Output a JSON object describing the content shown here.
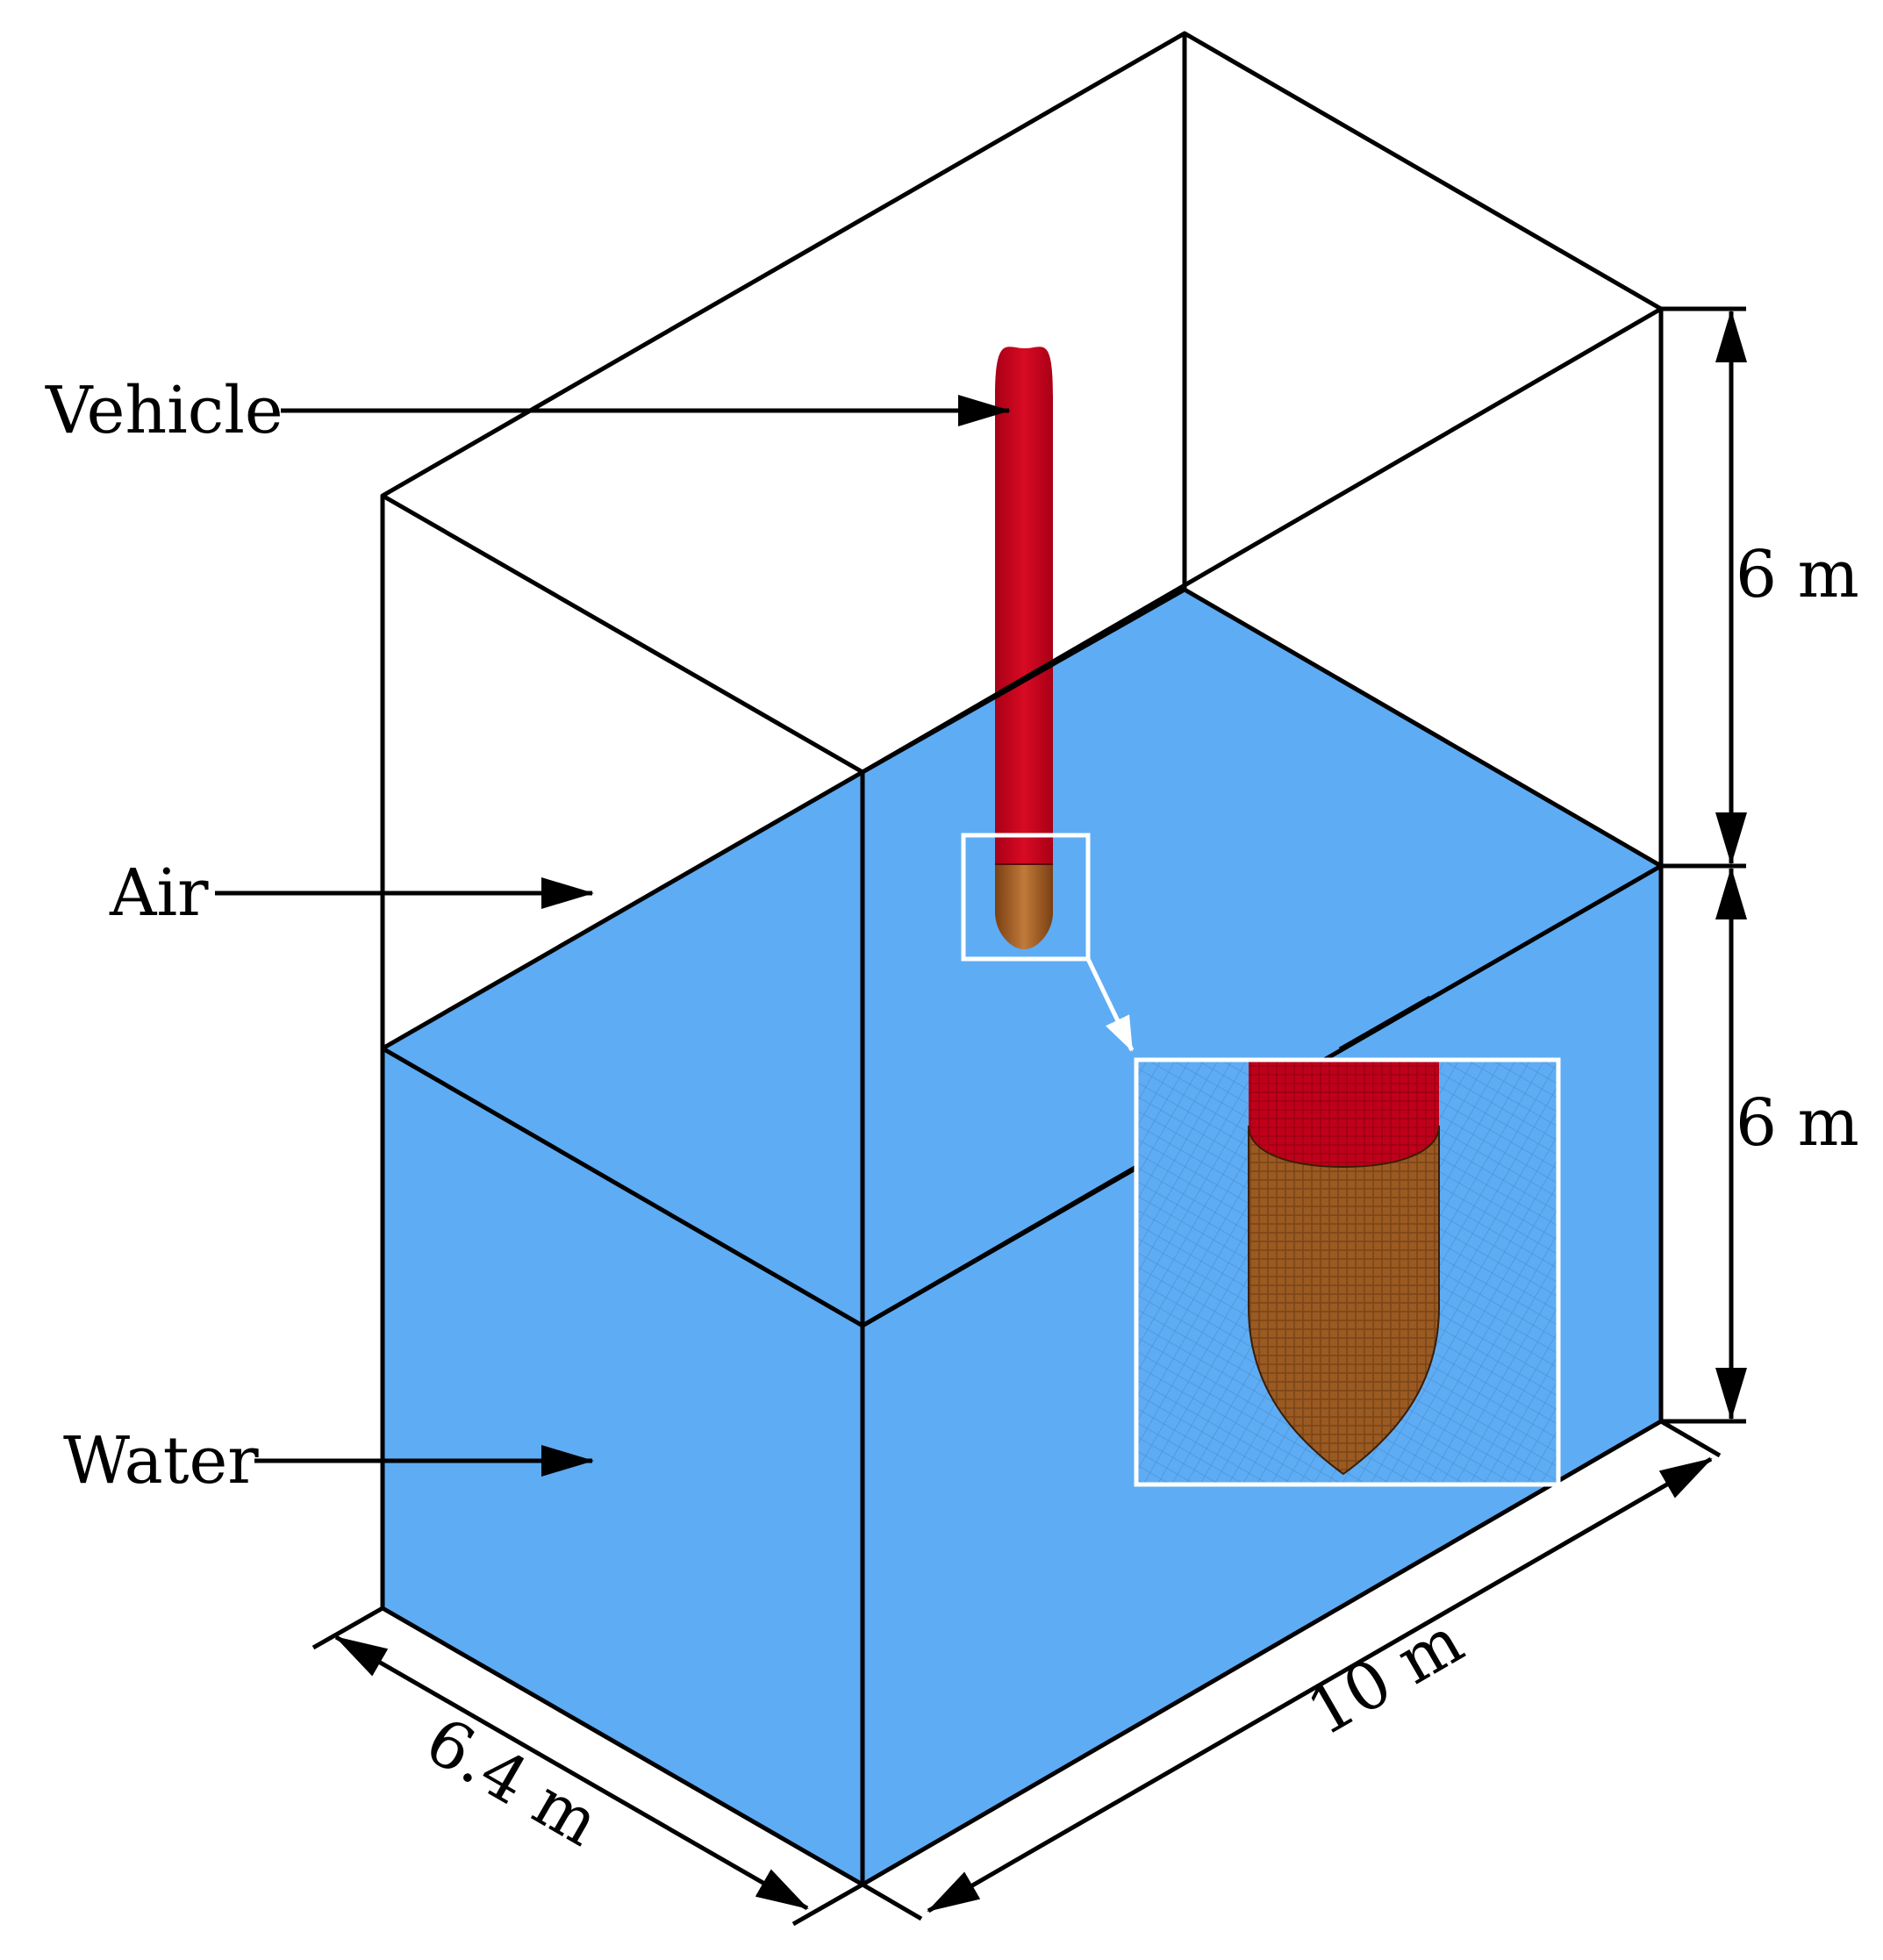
{
  "labels": {
    "vehicle": "Vehicle",
    "air": "Air",
    "water": "Water"
  },
  "dimensions": {
    "air_height": "6 m",
    "water_height": "6 m",
    "width": "6.4 m",
    "length": "10 m"
  },
  "colors": {
    "water": "#5eacf4",
    "vehicle_body": "#c0001a",
    "vehicle_nose": "#96571f",
    "edge": "#000000",
    "zoom_frame": "#ffffff"
  }
}
